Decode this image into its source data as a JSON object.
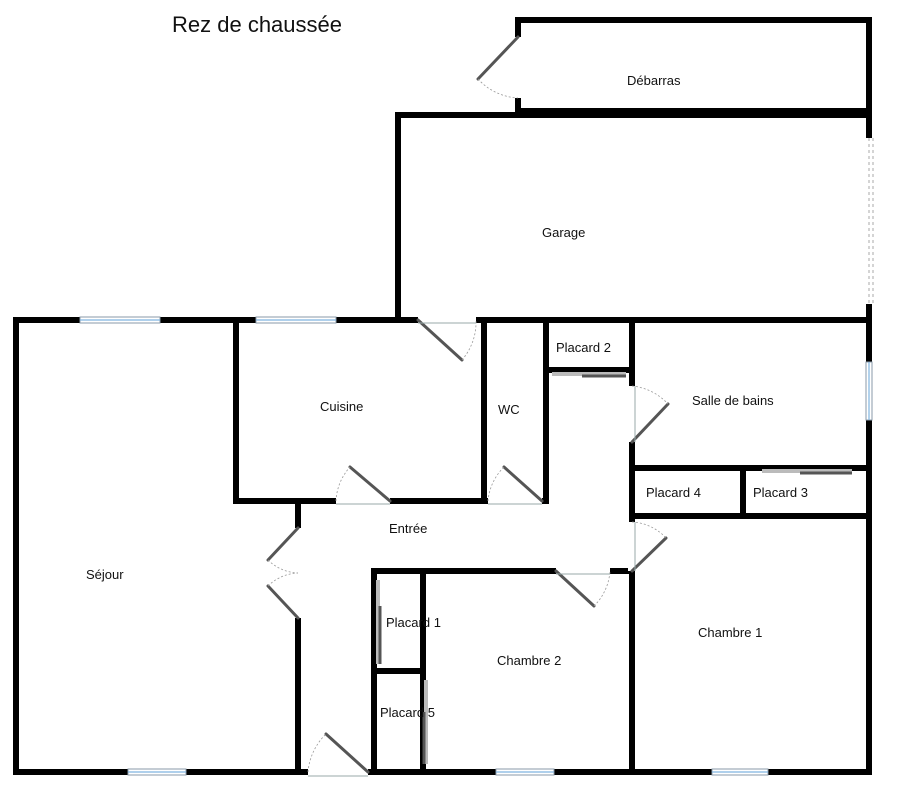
{
  "title": "Rez de chaussée",
  "rooms": {
    "debarras": "Débarras",
    "garage": "Garage",
    "placard2": "Placard 2",
    "cuisine": "Cuisine",
    "wc": "WC",
    "salle_de_bains": "Salle de bains",
    "placard4": "Placard 4",
    "placard3": "Placard 3",
    "entree": "Entrée",
    "sejour": "Séjour",
    "placard1": "Placard 1",
    "chambre2": "Chambre 2",
    "chambre1": "Chambre 1",
    "placard5": "Placard 5"
  }
}
